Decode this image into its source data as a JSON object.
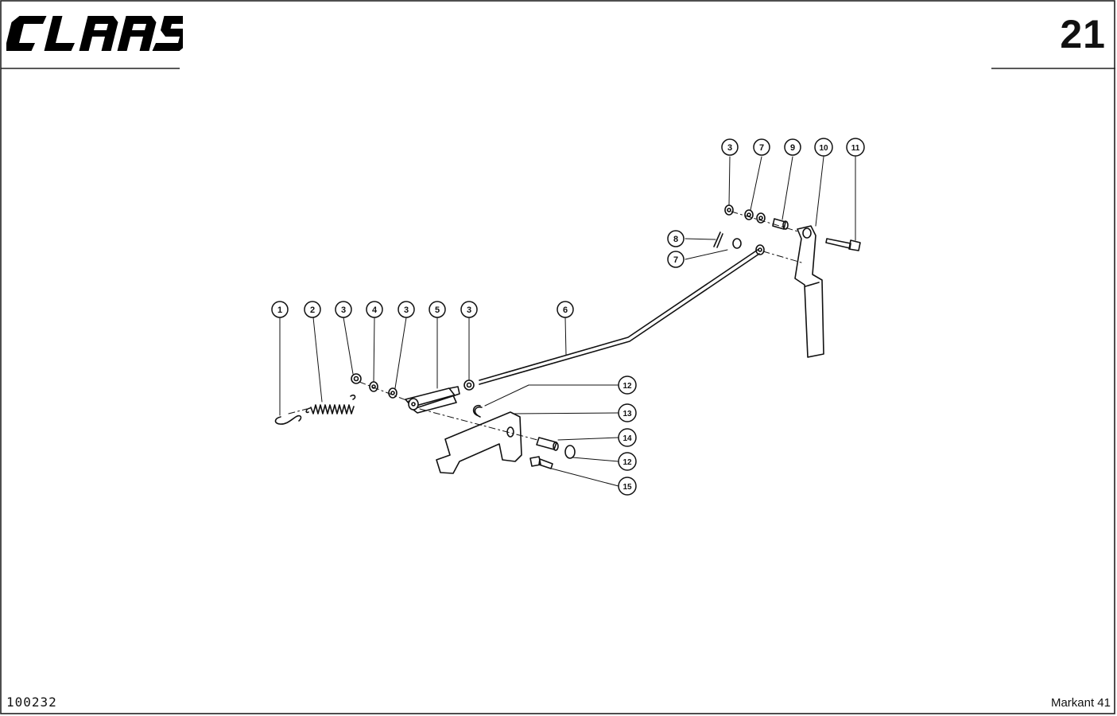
{
  "header": {
    "brand": "CLAAS",
    "page_number": "21"
  },
  "footer": {
    "document_id": "100232",
    "model": "Markant 41"
  },
  "callouts": {
    "c1": "1",
    "c2": "2",
    "c3a": "3",
    "c4": "4",
    "c3b": "3",
    "c5": "5",
    "c3c": "3",
    "c6": "6",
    "c3d": "3",
    "c7a": "7",
    "c9": "9",
    "c10": "10",
    "c11": "11",
    "c8": "8",
    "c7b": "7",
    "c12a": "12",
    "c13": "13",
    "c14": "14",
    "c12b": "12",
    "c15": "15"
  }
}
